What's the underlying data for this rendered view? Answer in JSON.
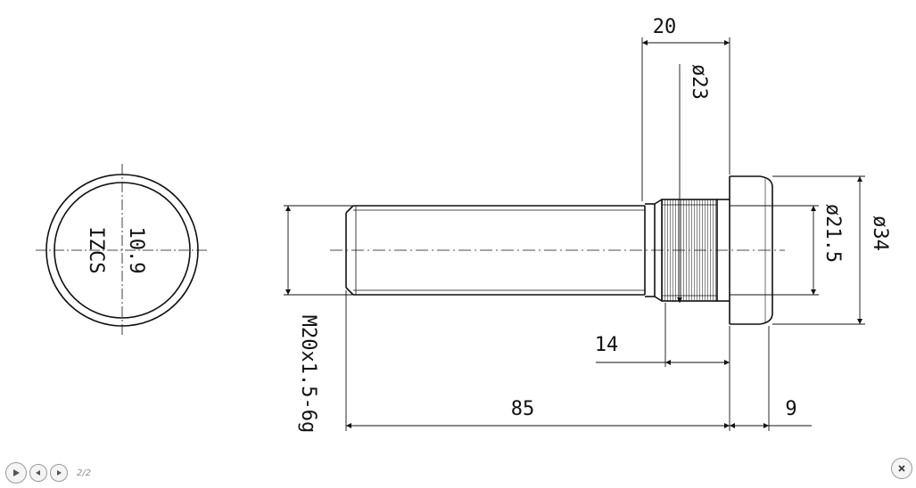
{
  "drawing": {
    "end_view": {
      "line1": "10.9",
      "line2": "IZCS"
    },
    "dimensions": {
      "d20": "20",
      "d23": "ø23",
      "d21_5": "ø21.5",
      "d34": "ø34",
      "d14": "14",
      "d85": "85",
      "d9": "9",
      "thread": "M20x1.5-6g"
    }
  },
  "viewer": {
    "page_indicator": "2/2"
  }
}
